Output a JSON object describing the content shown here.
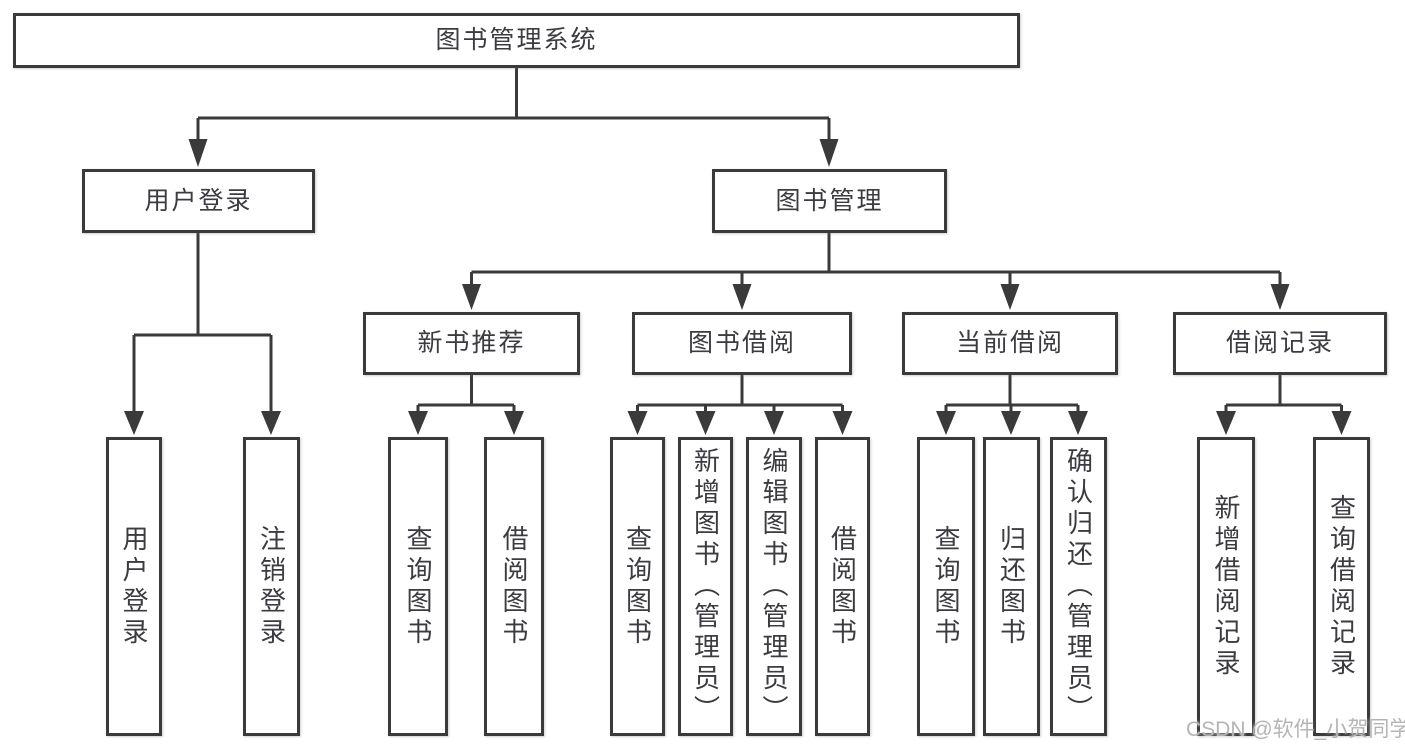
{
  "diagram_type": "hierarchy-tree",
  "tree": {
    "label": "图书管理系统",
    "children": [
      {
        "label": "用户登录",
        "children": [
          {
            "label": "用户登录"
          },
          {
            "label": "注销登录"
          }
        ]
      },
      {
        "label": "图书管理",
        "children": [
          {
            "label": "新书推荐",
            "children": [
              {
                "label": "查询图书"
              },
              {
                "label": "借阅图书"
              }
            ]
          },
          {
            "label": "图书借阅",
            "children": [
              {
                "label": "查询图书"
              },
              {
                "label": "新增图书（管理员）"
              },
              {
                "label": "编辑图书（管理员）"
              },
              {
                "label": "借阅图书"
              }
            ]
          },
          {
            "label": "当前借阅",
            "children": [
              {
                "label": "查询图书"
              },
              {
                "label": "归还图书"
              },
              {
                "label": "确认归还（管理员）"
              }
            ]
          },
          {
            "label": "借阅记录",
            "children": [
              {
                "label": "新增借阅记录"
              },
              {
                "label": "查询借阅记录"
              }
            ]
          }
        ]
      }
    ]
  },
  "watermark": "CSDN @软件_小贺同学",
  "colors": {
    "line": "#3a3a3a",
    "text": "#3b3b40",
    "watermark": "#b5b5b5",
    "background": "#ffffff"
  }
}
